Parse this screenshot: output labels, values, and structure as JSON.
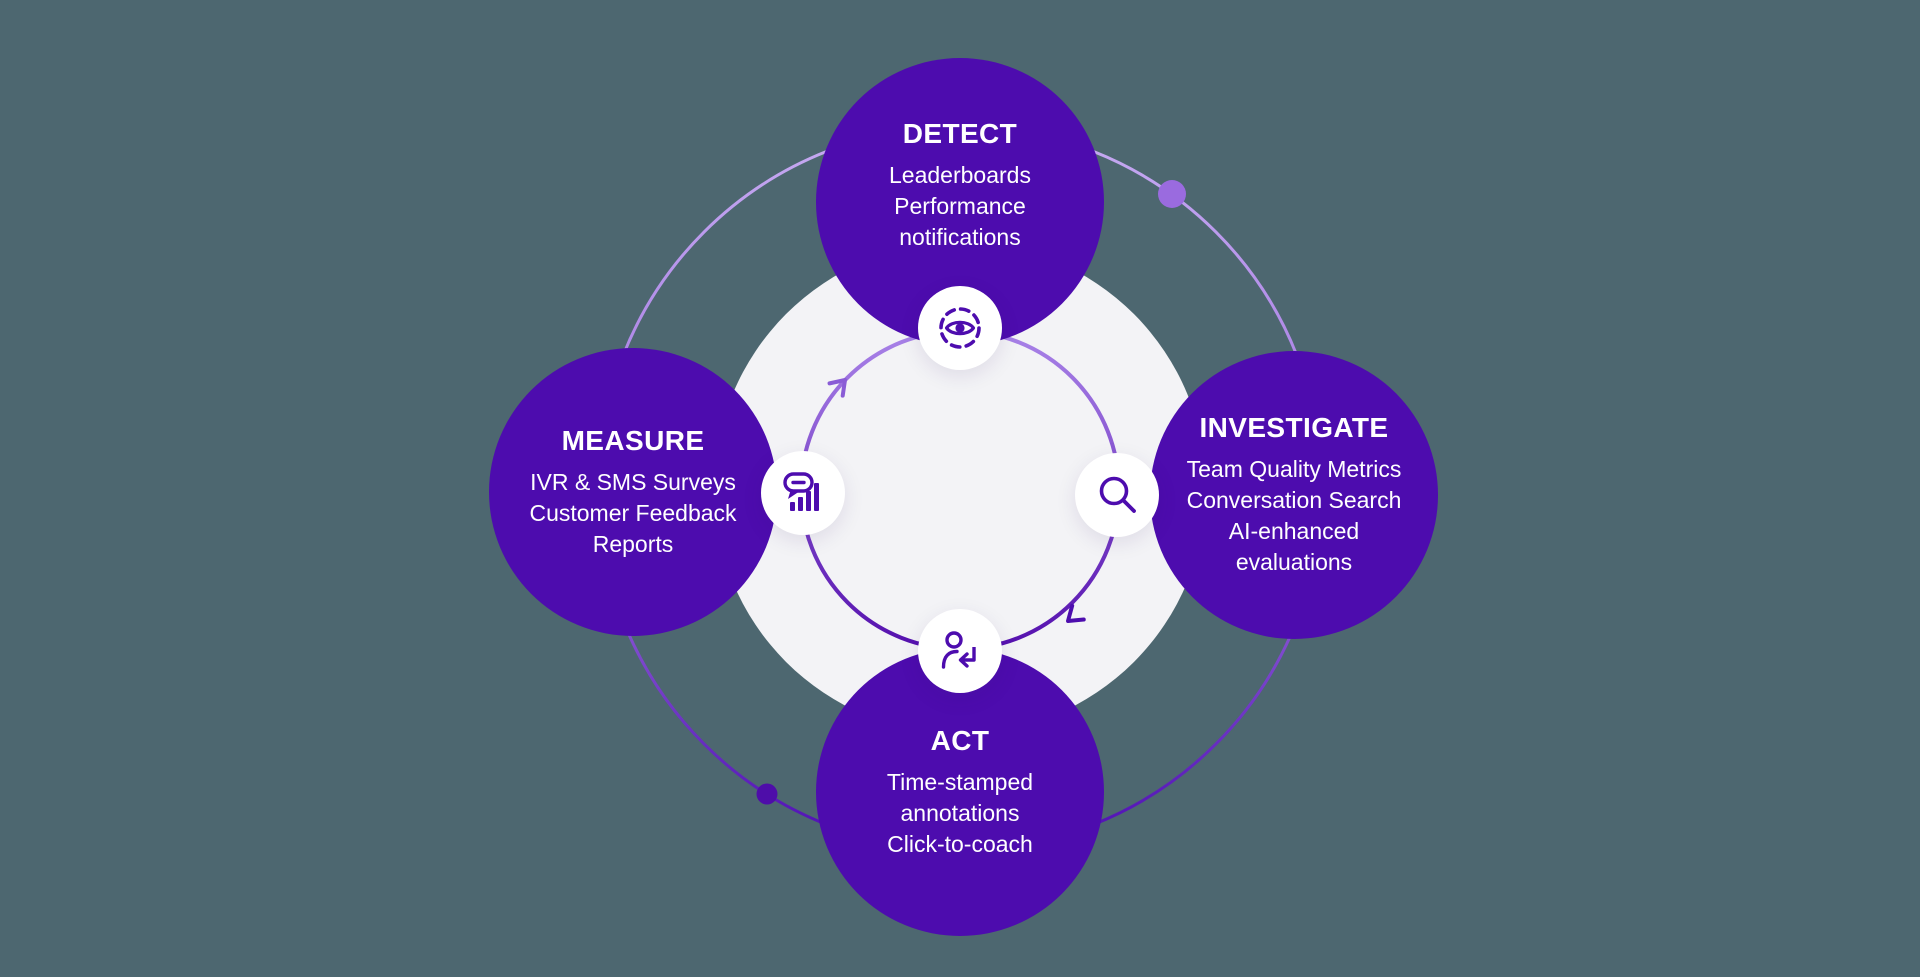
{
  "diagram": {
    "name": "quality-management-cycle",
    "cycle_order": [
      "detect",
      "investigate",
      "act",
      "measure"
    ],
    "nodes": [
      {
        "id": "detect",
        "title": "DETECT",
        "lines": [
          "Leaderboards",
          "Performance",
          "notifications"
        ],
        "icon": "eye-target-icon"
      },
      {
        "id": "investigate",
        "title": "INVESTIGATE",
        "lines": [
          "Team Quality Metrics",
          "Conversation Search",
          "AI-enhanced",
          "evaluations"
        ],
        "icon": "magnifier-icon"
      },
      {
        "id": "act",
        "title": "ACT",
        "lines": [
          "Time-stamped",
          "annotations",
          "Click-to-coach"
        ],
        "icon": "person-return-arrow-icon"
      },
      {
        "id": "measure",
        "title": "MEASURE",
        "lines": [
          "IVR & SMS Surveys",
          "Customer Feedback",
          "Reports"
        ],
        "icon": "feedback-bar-chart-icon"
      }
    ],
    "flow_direction": "clockwise"
  },
  "colors": {
    "background": "#4D6770",
    "node_purple": "#4D0CAE",
    "center_disc": "#F3F3F6",
    "text": "#FFFFFF",
    "badge_bg": "#FFFFFF",
    "orbit_light": "#C7ABF2",
    "orbit_dark": "#4D0DB2",
    "inner_light": "#A983E8",
    "inner_dark": "#5510AE",
    "dot_light": "#9A6BDF",
    "dot_dark": "#4E0DA9",
    "arrow_light": "#8A5CD6",
    "arrow_dark": "#4D0DAE"
  }
}
